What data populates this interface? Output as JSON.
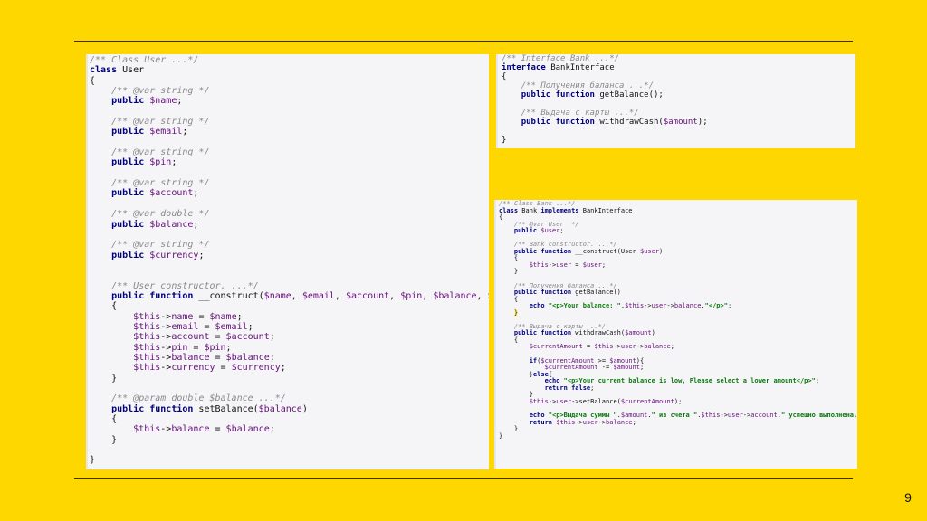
{
  "slide": {
    "page_number": "9",
    "background_color": "#FFD700"
  },
  "code_panels": {
    "user_class": [
      [
        [
          "c",
          "/** Class User ...*/"
        ]
      ],
      [
        [
          "k",
          "class "
        ],
        [
          "p",
          "User"
        ]
      ],
      [
        [
          "p",
          "{"
        ]
      ],
      [
        [
          "p",
          "    "
        ],
        [
          "c",
          "/** @var string */"
        ]
      ],
      [
        [
          "p",
          "    "
        ],
        [
          "k",
          "public "
        ],
        [
          "v",
          "$name"
        ],
        [
          "p",
          ";"
        ]
      ],
      [],
      [
        [
          "p",
          "    "
        ],
        [
          "c",
          "/** @var string */"
        ]
      ],
      [
        [
          "p",
          "    "
        ],
        [
          "k",
          "public "
        ],
        [
          "v",
          "$email"
        ],
        [
          "p",
          ";"
        ]
      ],
      [],
      [
        [
          "p",
          "    "
        ],
        [
          "c",
          "/** @var string */"
        ]
      ],
      [
        [
          "p",
          "    "
        ],
        [
          "k",
          "public "
        ],
        [
          "v",
          "$pin"
        ],
        [
          "p",
          ";"
        ]
      ],
      [],
      [
        [
          "p",
          "    "
        ],
        [
          "c",
          "/** @var string */"
        ]
      ],
      [
        [
          "p",
          "    "
        ],
        [
          "k",
          "public "
        ],
        [
          "v",
          "$account"
        ],
        [
          "p",
          ";"
        ]
      ],
      [],
      [
        [
          "p",
          "    "
        ],
        [
          "c",
          "/** @var double */"
        ]
      ],
      [
        [
          "p",
          "    "
        ],
        [
          "k",
          "public "
        ],
        [
          "v",
          "$balance"
        ],
        [
          "p",
          ";"
        ]
      ],
      [],
      [
        [
          "p",
          "    "
        ],
        [
          "c",
          "/** @var string */"
        ]
      ],
      [
        [
          "p",
          "    "
        ],
        [
          "k",
          "public "
        ],
        [
          "v",
          "$currency"
        ],
        [
          "p",
          ";"
        ]
      ],
      [],
      [],
      [
        [
          "p",
          "    "
        ],
        [
          "c",
          "/** User constructor. ...*/"
        ]
      ],
      [
        [
          "p",
          "    "
        ],
        [
          "k",
          "public function "
        ],
        [
          "p",
          "__construct("
        ],
        [
          "v",
          "$name"
        ],
        [
          "p",
          ", "
        ],
        [
          "v",
          "$email"
        ],
        [
          "p",
          ", "
        ],
        [
          "v",
          "$account"
        ],
        [
          "p",
          ", "
        ],
        [
          "v",
          "$pin"
        ],
        [
          "p",
          ", "
        ],
        [
          "v",
          "$balance"
        ],
        [
          "p",
          ", "
        ],
        [
          "v",
          "$currency"
        ],
        [
          "p",
          ")"
        ]
      ],
      [
        [
          "p",
          "    {"
        ]
      ],
      [
        [
          "p",
          "        "
        ],
        [
          "v",
          "$this"
        ],
        [
          "p",
          "->"
        ],
        [
          "v",
          "name"
        ],
        [
          "p",
          " = "
        ],
        [
          "v",
          "$name"
        ],
        [
          "p",
          ";"
        ]
      ],
      [
        [
          "p",
          "        "
        ],
        [
          "v",
          "$this"
        ],
        [
          "p",
          "->"
        ],
        [
          "v",
          "email"
        ],
        [
          "p",
          " = "
        ],
        [
          "v",
          "$email"
        ],
        [
          "p",
          ";"
        ]
      ],
      [
        [
          "p",
          "        "
        ],
        [
          "v",
          "$this"
        ],
        [
          "p",
          "->"
        ],
        [
          "v",
          "account"
        ],
        [
          "p",
          " = "
        ],
        [
          "v",
          "$account"
        ],
        [
          "p",
          ";"
        ]
      ],
      [
        [
          "p",
          "        "
        ],
        [
          "v",
          "$this"
        ],
        [
          "p",
          "->"
        ],
        [
          "v",
          "pin"
        ],
        [
          "p",
          " = "
        ],
        [
          "v",
          "$pin"
        ],
        [
          "p",
          ";"
        ]
      ],
      [
        [
          "p",
          "        "
        ],
        [
          "v",
          "$this"
        ],
        [
          "p",
          "->"
        ],
        [
          "v",
          "balance"
        ],
        [
          "p",
          " = "
        ],
        [
          "v",
          "$balance"
        ],
        [
          "p",
          ";"
        ]
      ],
      [
        [
          "p",
          "        "
        ],
        [
          "v",
          "$this"
        ],
        [
          "p",
          "->"
        ],
        [
          "v",
          "currency"
        ],
        [
          "p",
          " = "
        ],
        [
          "v",
          "$currency"
        ],
        [
          "p",
          ";"
        ]
      ],
      [
        [
          "p",
          "    }"
        ]
      ],
      [],
      [
        [
          "p",
          "    "
        ],
        [
          "c",
          "/** @param double $balance ...*/"
        ]
      ],
      [
        [
          "p",
          "    "
        ],
        [
          "k",
          "public function "
        ],
        [
          "p",
          "setBalance("
        ],
        [
          "v",
          "$balance"
        ],
        [
          "p",
          ")"
        ]
      ],
      [
        [
          "p",
          "    {"
        ]
      ],
      [
        [
          "p",
          "        "
        ],
        [
          "v",
          "$this"
        ],
        [
          "p",
          "->"
        ],
        [
          "v",
          "balance"
        ],
        [
          "p",
          " = "
        ],
        [
          "v",
          "$balance"
        ],
        [
          "p",
          ";"
        ]
      ],
      [
        [
          "p",
          "    }"
        ]
      ],
      [],
      [
        [
          "p",
          "}"
        ]
      ]
    ],
    "bank_interface": [
      [
        [
          "c",
          "/** Interface Bank ...*/"
        ]
      ],
      [
        [
          "k",
          "interface "
        ],
        [
          "p",
          "BankInterface"
        ]
      ],
      [
        [
          "p",
          "{"
        ]
      ],
      [
        [
          "p",
          "    "
        ],
        [
          "c",
          "/** Получения баланса ...*/"
        ]
      ],
      [
        [
          "p",
          "    "
        ],
        [
          "k",
          "public function "
        ],
        [
          "p",
          "getBalance();"
        ]
      ],
      [],
      [
        [
          "p",
          "    "
        ],
        [
          "c",
          "/** Выдача с карты ...*/"
        ]
      ],
      [
        [
          "p",
          "    "
        ],
        [
          "k",
          "public function "
        ],
        [
          "p",
          "withdrawCash("
        ],
        [
          "v",
          "$amount"
        ],
        [
          "p",
          ");"
        ]
      ],
      [],
      [
        [
          "p",
          "}"
        ]
      ]
    ],
    "bank_class": [
      [
        [
          "c",
          "/** Class Bank ...*/"
        ]
      ],
      [
        [
          "k",
          "class "
        ],
        [
          "p",
          "Bank "
        ],
        [
          "k",
          "implements "
        ],
        [
          "p",
          "BankInterface"
        ]
      ],
      [
        [
          "p",
          "{"
        ]
      ],
      [
        [
          "p",
          "    "
        ],
        [
          "c",
          "/** @var User  */"
        ]
      ],
      [
        [
          "p",
          "    "
        ],
        [
          "k",
          "public "
        ],
        [
          "v",
          "$user"
        ],
        [
          "p",
          ";"
        ]
      ],
      [],
      [
        [
          "p",
          "    "
        ],
        [
          "c",
          "/** Bank constructor. ...*/"
        ]
      ],
      [
        [
          "p",
          "    "
        ],
        [
          "k",
          "public function "
        ],
        [
          "p",
          "__construct(User "
        ],
        [
          "v",
          "$user"
        ],
        [
          "p",
          ")"
        ]
      ],
      [
        [
          "p",
          "    {"
        ]
      ],
      [
        [
          "p",
          "        "
        ],
        [
          "v",
          "$this"
        ],
        [
          "p",
          "->"
        ],
        [
          "v",
          "user"
        ],
        [
          "p",
          " = "
        ],
        [
          "v",
          "$user"
        ],
        [
          "p",
          ";"
        ]
      ],
      [
        [
          "p",
          "    }"
        ]
      ],
      [],
      [
        [
          "p",
          "    "
        ],
        [
          "c",
          "/** Получения баланса ...*/"
        ]
      ],
      [
        [
          "p",
          "    "
        ],
        [
          "k",
          "public function "
        ],
        [
          "p",
          "getBalance()"
        ]
      ],
      [
        [
          "p",
          "    {"
        ]
      ],
      [
        [
          "p",
          "        "
        ],
        [
          "k",
          "echo "
        ],
        [
          "s",
          "\"<p>Your balance: \""
        ],
        [
          "p",
          "."
        ],
        [
          "v",
          "$this"
        ],
        [
          "p",
          "->"
        ],
        [
          "v",
          "user"
        ],
        [
          "p",
          "->"
        ],
        [
          "v",
          "balance"
        ],
        [
          "p",
          "."
        ],
        [
          "s",
          "\"</p>\""
        ],
        [
          "p",
          ";"
        ]
      ],
      [
        [
          "p",
          "    "
        ],
        [
          "h",
          "}"
        ]
      ],
      [],
      [
        [
          "p",
          "    "
        ],
        [
          "c",
          "/** Выдача с карты ...*/"
        ]
      ],
      [
        [
          "p",
          "    "
        ],
        [
          "k",
          "public function "
        ],
        [
          "p",
          "withdrawCash("
        ],
        [
          "v",
          "$amount"
        ],
        [
          "p",
          ")"
        ]
      ],
      [
        [
          "p",
          "    {"
        ]
      ],
      [
        [
          "p",
          "        "
        ],
        [
          "v",
          "$currentAmount"
        ],
        [
          "p",
          " = "
        ],
        [
          "v",
          "$this"
        ],
        [
          "p",
          "->"
        ],
        [
          "v",
          "user"
        ],
        [
          "p",
          "->"
        ],
        [
          "v",
          "balance"
        ],
        [
          "p",
          ";"
        ]
      ],
      [],
      [
        [
          "p",
          "        "
        ],
        [
          "k",
          "if"
        ],
        [
          "p",
          "("
        ],
        [
          "v",
          "$currentAmount"
        ],
        [
          "p",
          " >= "
        ],
        [
          "v",
          "$amount"
        ],
        [
          "p",
          "){"
        ]
      ],
      [
        [
          "p",
          "            "
        ],
        [
          "v",
          "$currentAmount"
        ],
        [
          "p",
          " -= "
        ],
        [
          "v",
          "$amount"
        ],
        [
          "p",
          ";"
        ]
      ],
      [
        [
          "p",
          "        }"
        ],
        [
          "k",
          "else"
        ],
        [
          "p",
          "{"
        ]
      ],
      [
        [
          "p",
          "            "
        ],
        [
          "k",
          "echo "
        ],
        [
          "s",
          "\"<p>Your current balance is low, Please select a lower amount</p>\""
        ],
        [
          "p",
          ";"
        ]
      ],
      [
        [
          "p",
          "            "
        ],
        [
          "k",
          "return false"
        ],
        [
          "p",
          ";"
        ]
      ],
      [
        [
          "p",
          "        }"
        ]
      ],
      [
        [
          "p",
          "        "
        ],
        [
          "v",
          "$this"
        ],
        [
          "p",
          "->"
        ],
        [
          "v",
          "user"
        ],
        [
          "p",
          "->setBalance("
        ],
        [
          "v",
          "$currentAmount"
        ],
        [
          "p",
          ");"
        ]
      ],
      [],
      [
        [
          "p",
          "        "
        ],
        [
          "k",
          "echo "
        ],
        [
          "s",
          "\"<p>Выдача суммы \""
        ],
        [
          "p",
          "."
        ],
        [
          "v",
          "$amount"
        ],
        [
          "p",
          "."
        ],
        [
          "s",
          "\" из счета \""
        ],
        [
          "p",
          "."
        ],
        [
          "v",
          "$this"
        ],
        [
          "p",
          "->"
        ],
        [
          "v",
          "user"
        ],
        [
          "p",
          "->"
        ],
        [
          "v",
          "account"
        ],
        [
          "p",
          "."
        ],
        [
          "s",
          "\" успешно выполнена.</p>\""
        ],
        [
          "p",
          ";"
        ]
      ],
      [
        [
          "p",
          "        "
        ],
        [
          "k",
          "return "
        ],
        [
          "v",
          "$this"
        ],
        [
          "p",
          "->"
        ],
        [
          "v",
          "user"
        ],
        [
          "p",
          "->"
        ],
        [
          "v",
          "balance"
        ],
        [
          "p",
          ";"
        ]
      ],
      [
        [
          "p",
          "    }"
        ]
      ],
      [
        [
          "p",
          "}"
        ]
      ]
    ]
  }
}
